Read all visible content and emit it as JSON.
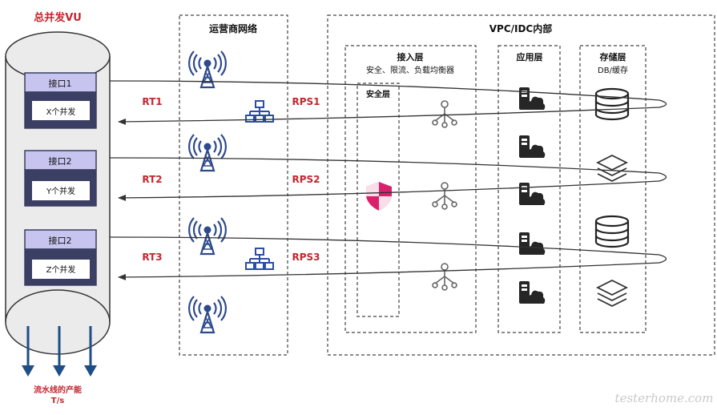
{
  "title": "总并发VU",
  "operator_network": {
    "label": "运营商网络"
  },
  "vpc": {
    "label": "VPC/IDC内部",
    "access_layer": {
      "label": "接入层",
      "subtitle": "安全、限流、负载均衡器"
    },
    "security_layer": {
      "label": "安全层"
    },
    "app_layer": {
      "label": "应用层"
    },
    "storage_layer": {
      "label": "存储层",
      "subtitle": "DB/缓存"
    }
  },
  "interfaces": [
    {
      "name": "接口1",
      "concurrency": "X个并发",
      "rt": "RT1",
      "rps": "RPS1"
    },
    {
      "name": "接口2",
      "concurrency": "Y个并发",
      "rt": "RT2",
      "rps": "RPS2"
    },
    {
      "name": "接口2",
      "concurrency": "Z个并发",
      "rt": "RT3",
      "rps": "RPS3"
    }
  ],
  "pipeline": {
    "label": "流水线的产能",
    "unit": "T/s"
  },
  "watermark": "testerhome.com",
  "colors": {
    "accent_red": "#c0282f",
    "interface_header": "#c7c4ef",
    "interface_border": "#3a3f63",
    "tower": "#2d4a8c",
    "network_icon": "#2b4ea2",
    "arrow_blue": "#1f4e86",
    "shield": "#d8206b"
  },
  "icons": [
    "antenna-tower-icon",
    "network-hierarchy-icon",
    "load-balancer-icon",
    "shield-icon",
    "app-server-icon",
    "database-icon",
    "cache-layers-icon",
    "down-arrow-icon"
  ]
}
